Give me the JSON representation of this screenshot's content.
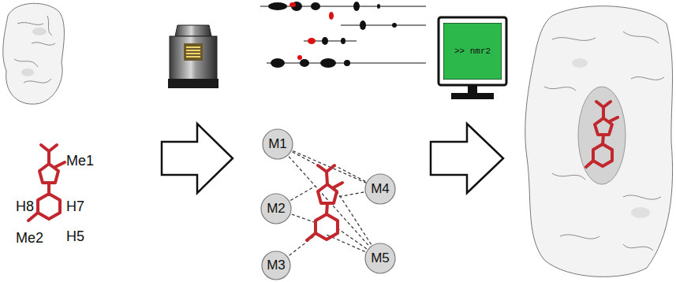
{
  "diagram": {
    "nodes": [
      {
        "text": [
          "M1"
        ]
      },
      {
        "text": [
          "M2"
        ]
      },
      {
        "text": [
          "M3"
        ]
      },
      {
        "text": [
          "M4"
        ]
      },
      {
        "text": [
          "M5"
        ]
      },
      {
        "text": [
          ">> nmr2"
        ]
      }
    ],
    "labels": [
      "Me1",
      "H8",
      "H7",
      "Me2",
      "H5"
    ]
  }
}
